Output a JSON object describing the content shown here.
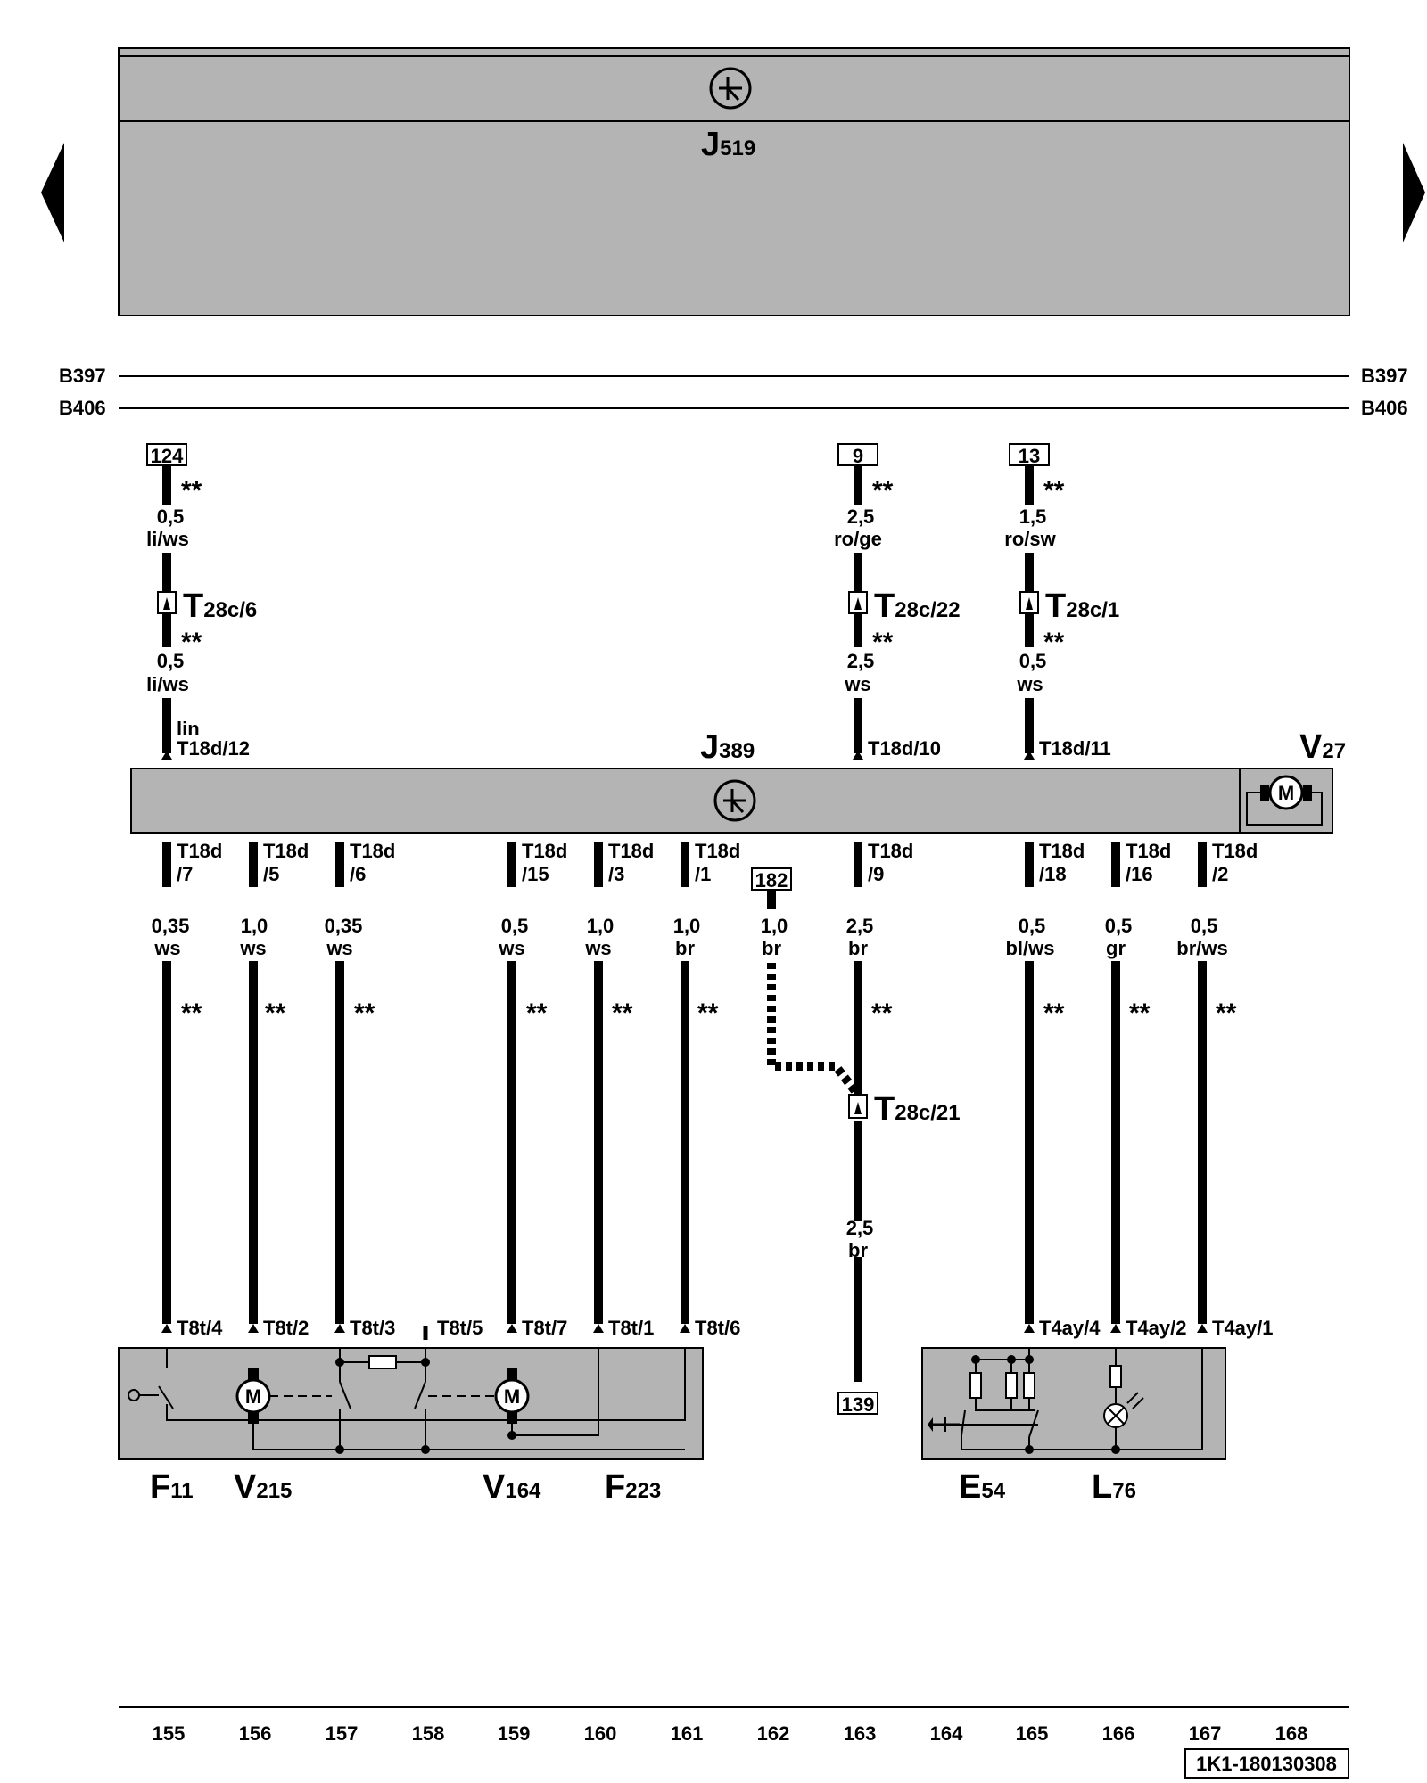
{
  "nav": {
    "prev_icon": "triangle-left-icon",
    "next_icon": "triangle-right-icon"
  },
  "top_unit": {
    "name": "J",
    "sub": "519",
    "icon": "control-unit-icon"
  },
  "buses": [
    {
      "label": "B397"
    },
    {
      "label": "B406"
    }
  ],
  "wires_top": [
    {
      "ref": "124",
      "upper": {
        "size": "0,5",
        "color": "li/ws"
      },
      "connector": "T",
      "connector_sub": "28c/6",
      "lower": {
        "size": "0,5",
        "color": "li/ws"
      },
      "extra": "lin",
      "pin": "T18d/12"
    },
    {
      "ref": "9",
      "upper": {
        "size": "2,5",
        "color": "ro/ge"
      },
      "connector": "T",
      "connector_sub": "28c/22",
      "lower": {
        "size": "2,5",
        "color": "ws"
      },
      "extra": "",
      "pin": "T18d/10"
    },
    {
      "ref": "13",
      "upper": {
        "size": "1,5",
        "color": "ro/sw"
      },
      "connector": "T",
      "connector_sub": "28c/1",
      "lower": {
        "size": "0,5",
        "color": "ws"
      },
      "extra": "",
      "pin": "T18d/11"
    }
  ],
  "asterisks": "**",
  "mid_unit": {
    "name": "J",
    "sub": "389",
    "icon": "control-unit-icon"
  },
  "motor": {
    "name": "V",
    "sub": "27",
    "symbol": "M"
  },
  "wires_bottom": [
    {
      "pin_a": "T18d",
      "pin_b": "/7",
      "size": "0,35",
      "color": "ws",
      "end_pin": "T8t/4"
    },
    {
      "pin_a": "T18d",
      "pin_b": "/5",
      "size": "1,0",
      "color": "ws",
      "end_pin": "T8t/2"
    },
    {
      "pin_a": "T18d",
      "pin_b": "/6",
      "size": "0,35",
      "color": "ws",
      "end_pin": "T8t/3"
    },
    {
      "pin_a": "T18d",
      "pin_b": "/15",
      "size": "0,5",
      "color": "ws",
      "end_pin": "T8t/7"
    },
    {
      "pin_a": "T18d",
      "pin_b": "/3",
      "size": "1,0",
      "color": "ws",
      "end_pin": "T8t/1"
    },
    {
      "pin_a": "T18d",
      "pin_b": "/1",
      "size": "1,0",
      "color": "br",
      "end_pin": "T8t/6"
    },
    {
      "pin_a": "T18d",
      "pin_b": "/9",
      "size": "2,5",
      "color": "br",
      "end_pin": ""
    },
    {
      "pin_a": "T18d",
      "pin_b": "/18",
      "size": "0,5",
      "color": "bl/ws",
      "end_pin": "T4ay/4"
    },
    {
      "pin_a": "T18d",
      "pin_b": "/16",
      "size": "0,5",
      "color": "gr",
      "end_pin": "T4ay/2"
    },
    {
      "pin_a": "T18d",
      "pin_b": "/2",
      "size": "0,5",
      "color": "br/ws",
      "end_pin": "T4ay/1"
    }
  ],
  "unused_pin": "T8t/5",
  "ground_ref": {
    "ref": "182",
    "size": "1,0",
    "color": "br"
  },
  "connector_21": {
    "name": "T",
    "sub": "28c/21"
  },
  "lower_wire_163": {
    "size": "2,5",
    "color": "br",
    "ref": "139"
  },
  "components": [
    {
      "name": "F",
      "sub": "11"
    },
    {
      "name": "V",
      "sub": "215"
    },
    {
      "name": "V",
      "sub": "164"
    },
    {
      "name": "F",
      "sub": "223"
    },
    {
      "name": "E",
      "sub": "54"
    },
    {
      "name": "L",
      "sub": "76"
    }
  ],
  "motor_symbol": "M",
  "ruler": [
    "155",
    "156",
    "157",
    "158",
    "159",
    "160",
    "161",
    "162",
    "163",
    "164",
    "165",
    "166",
    "167",
    "168"
  ],
  "doc_id": "1K1-180130308",
  "colors": {
    "box_fill": "#b4b4b4",
    "line": "#000000"
  }
}
